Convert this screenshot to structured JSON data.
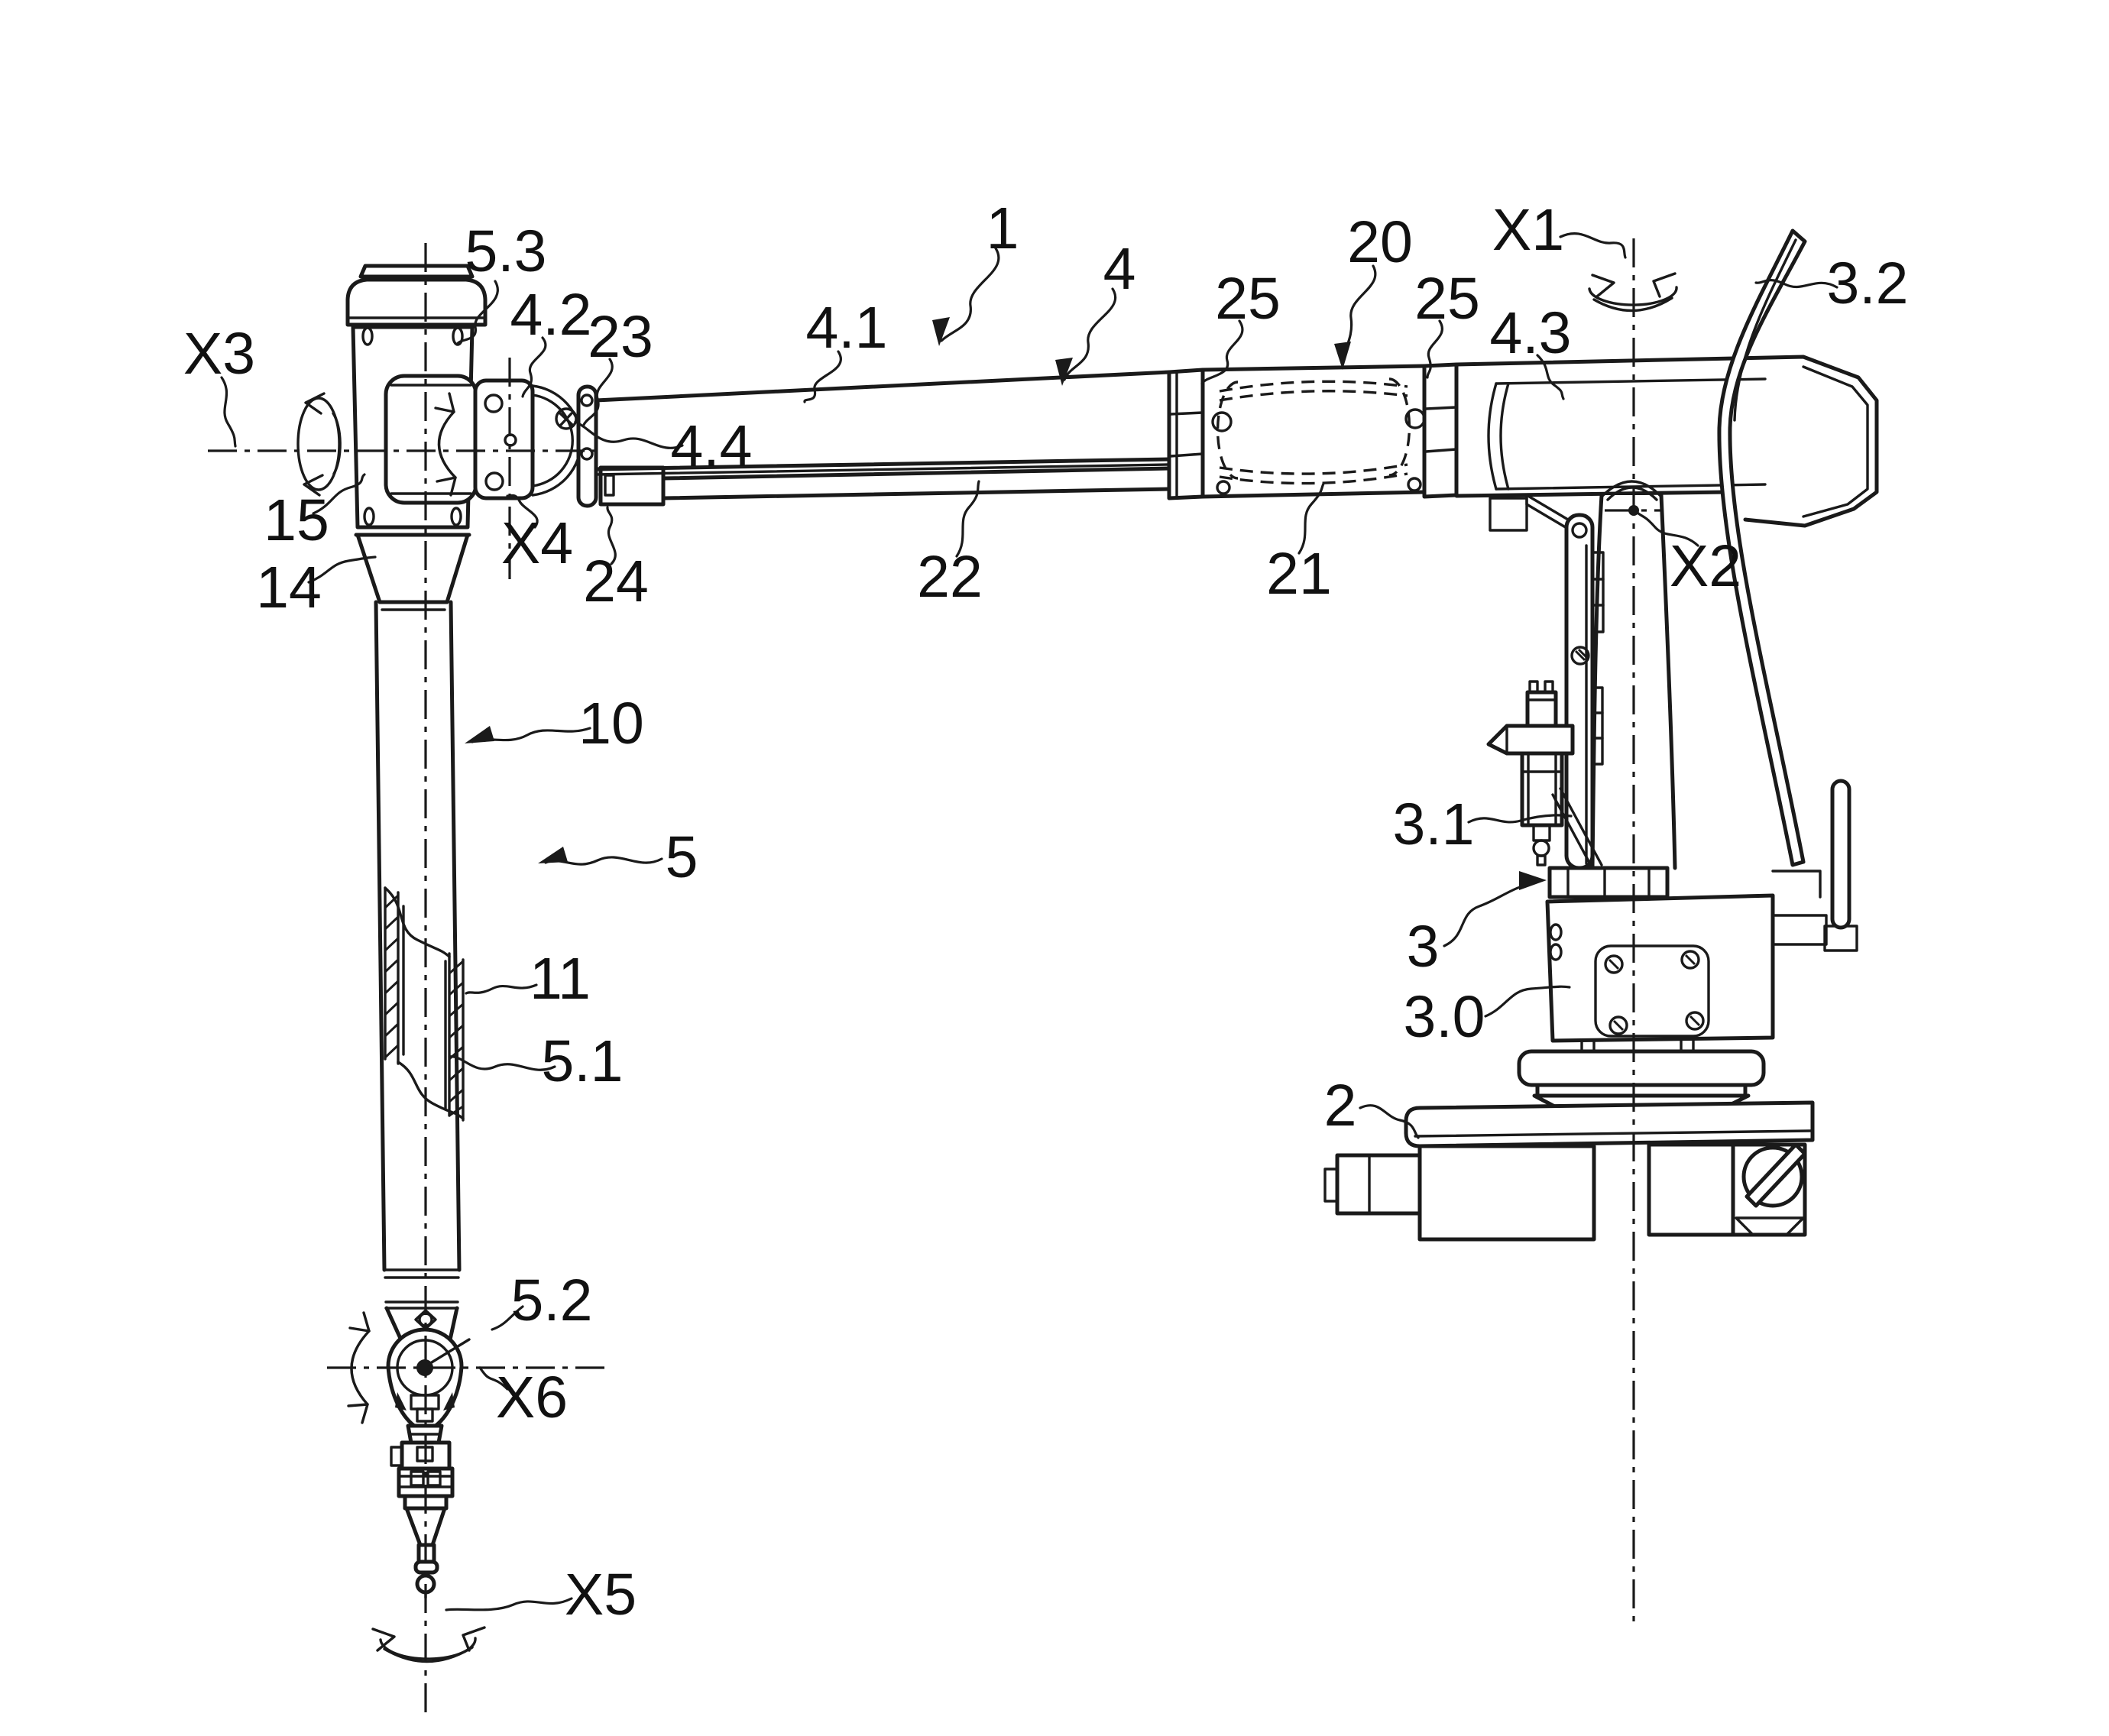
{
  "figure": {
    "background_color": "#ffffff",
    "line_color": "#1a1a1a",
    "kind": "patent-style line drawing",
    "subject": "articulated measuring arm with rotation axes on tripod base"
  },
  "labels": [
    {
      "text": "1"
    },
    {
      "text": "4"
    },
    {
      "text": "4.1"
    },
    {
      "text": "4.2"
    },
    {
      "text": "4.3"
    },
    {
      "text": "4.4"
    },
    {
      "text": "5"
    },
    {
      "text": "5.1"
    },
    {
      "text": "5.2"
    },
    {
      "text": "5.3"
    },
    {
      "text": "10"
    },
    {
      "text": "11"
    },
    {
      "text": "14"
    },
    {
      "text": "15"
    },
    {
      "text": "20"
    },
    {
      "text": "21"
    },
    {
      "text": "22"
    },
    {
      "text": "23"
    },
    {
      "text": "24"
    },
    {
      "text": "25"
    },
    {
      "text": "25"
    },
    {
      "text": "2"
    },
    {
      "text": "3"
    },
    {
      "text": "3.0"
    },
    {
      "text": "3.1"
    },
    {
      "text": "3.2"
    },
    {
      "text": "X1"
    },
    {
      "text": "X2"
    },
    {
      "text": "X3"
    },
    {
      "text": "X4"
    },
    {
      "text": "X5"
    },
    {
      "text": "X6"
    }
  ]
}
